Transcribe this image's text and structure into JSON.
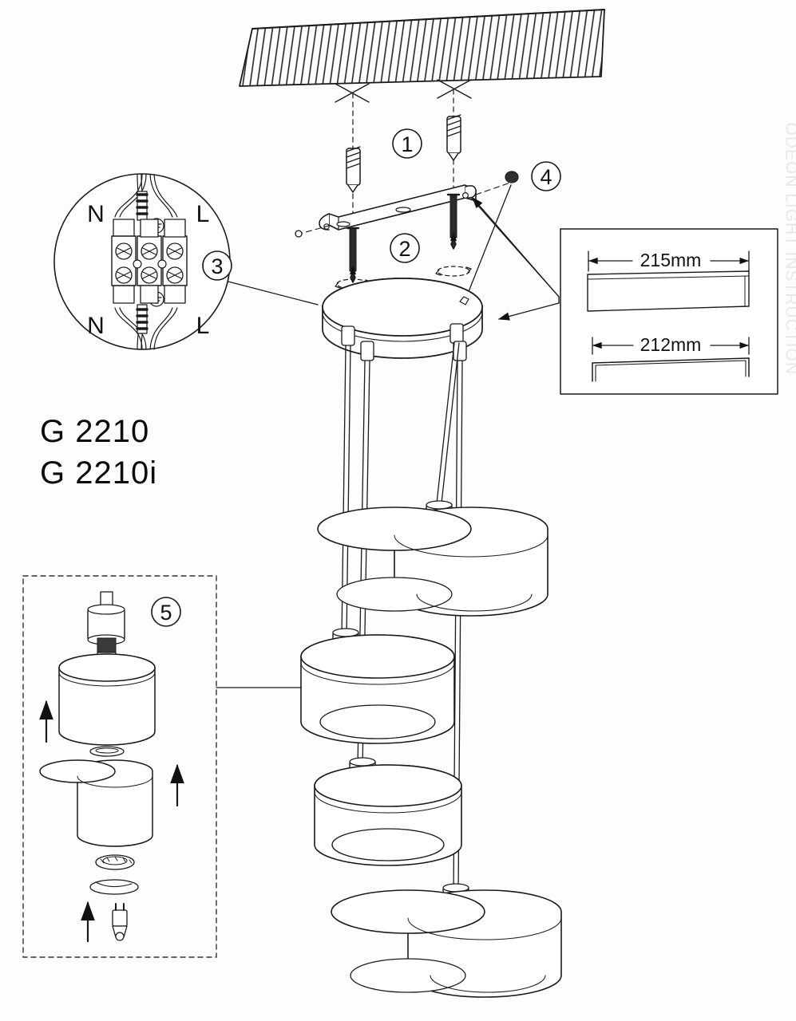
{
  "document": {
    "type": "assembly-instruction-sheet",
    "product_models": [
      "G 2210",
      "G 2210i"
    ],
    "watermark": "ODEON LIGHT INSTRUCTION",
    "background_color": "#fdfdfd",
    "line_color": "#1a1a1a"
  },
  "steps": [
    {
      "number": "1",
      "marker": "①",
      "label": "1"
    },
    {
      "number": "2",
      "marker": "②",
      "label": "2"
    },
    {
      "number": "3",
      "marker": "③",
      "label": "3"
    },
    {
      "number": "4",
      "marker": "④",
      "label": "4"
    },
    {
      "number": "5",
      "marker": "⑤",
      "label": "5"
    }
  ],
  "wiring_detail": {
    "terminals_top": {
      "neutral": "N",
      "live": "L"
    },
    "terminals_bottom": {
      "neutral": "N",
      "live": "L"
    },
    "step_marker": "3",
    "screw_count": 6
  },
  "dimensions": {
    "bracket_plate": {
      "value": "215mm",
      "label": "215mm"
    },
    "wire_bracket": {
      "value": "212mm",
      "label": "212mm"
    }
  },
  "ceiling": {
    "drill_marks": 2
  },
  "canopy": {
    "cable_outlets": 4,
    "shape": "round"
  },
  "pendants": {
    "count": 4,
    "shade_shape": "cylinder"
  },
  "exploded_view": {
    "step_marker": "5",
    "parts": [
      "lamp-holder",
      "outer-shade",
      "spacer-ring",
      "inner-diffuser",
      "trim-ring",
      "retaining-ring",
      "bulb"
    ],
    "arrows": 3
  }
}
